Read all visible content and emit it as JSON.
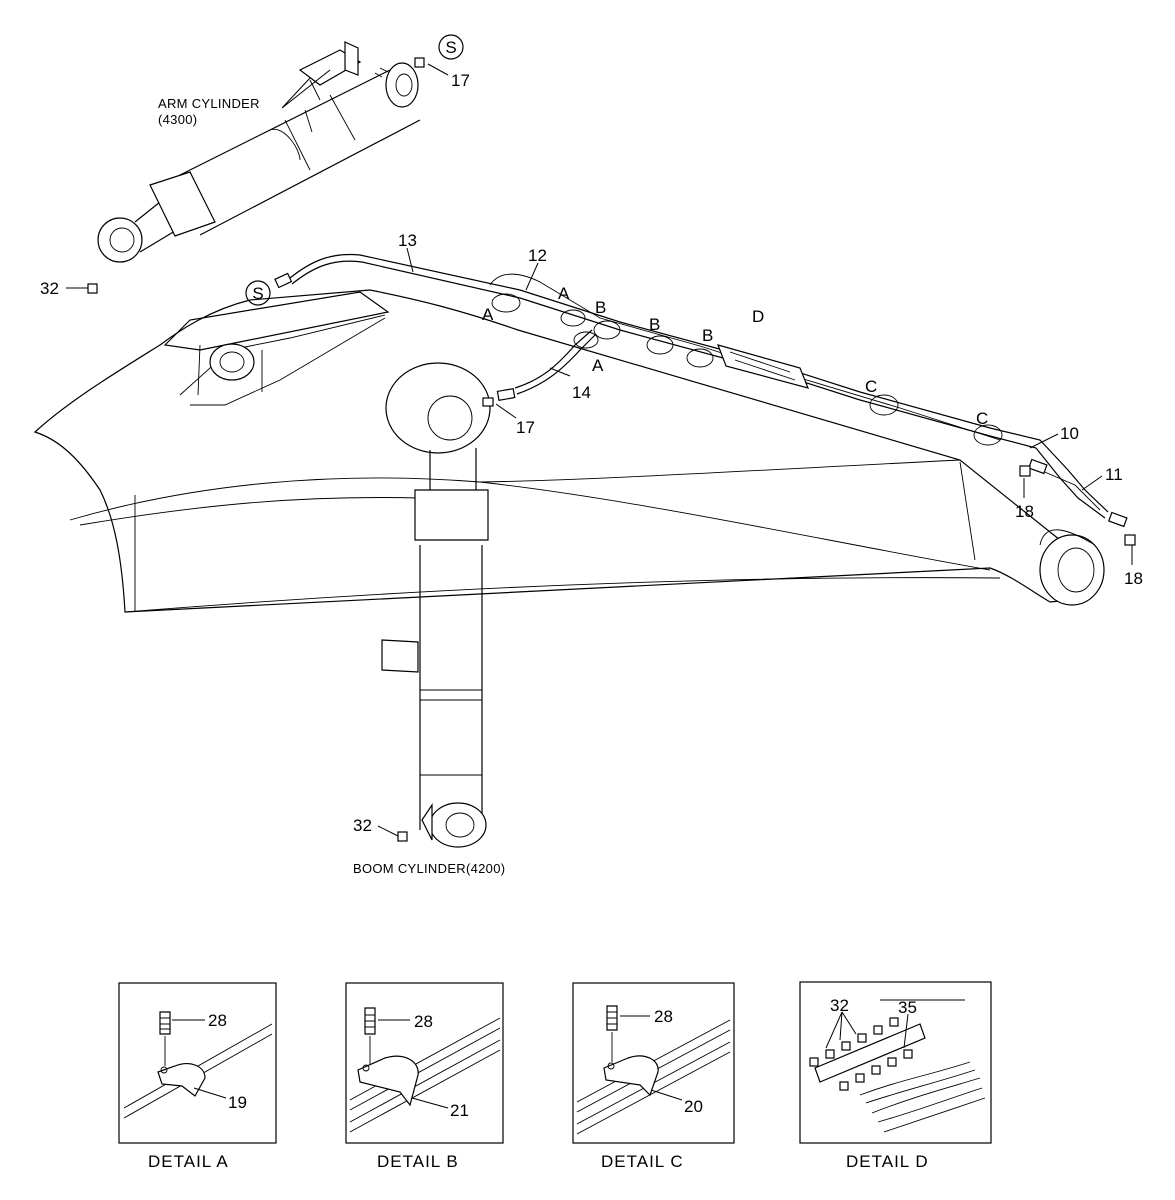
{
  "captions": {
    "arm_cylinder": "ARM CYLINDER",
    "arm_cylinder_code": "(4300)",
    "boom_cylinder": "BOOM CYLINDER(4200)"
  },
  "symbols": {
    "s_mark": "S"
  },
  "part_numbers": {
    "p17_top": "17",
    "p32_arm": "32",
    "p13": "13",
    "p12": "12",
    "p14": "14",
    "p17_mid": "17",
    "p10": "10",
    "p11": "11",
    "p18_a": "18",
    "p18_b": "18",
    "p32_boom": "32"
  },
  "detail_markers": {
    "a1": "A",
    "a2": "A",
    "a3": "A",
    "b1": "B",
    "b2": "B",
    "b3": "B",
    "c1": "C",
    "c2": "C",
    "d1": "D"
  },
  "details": [
    {
      "title": "DETAIL  A",
      "bolt": "28",
      "clamp": "19"
    },
    {
      "title": "DETAIL  B",
      "bolt": "28",
      "clamp": "21"
    },
    {
      "title": "DETAIL  C",
      "bolt": "28",
      "clamp": "20"
    },
    {
      "title": "DETAIL  D",
      "fitting_a": "32",
      "fitting_b": "35"
    }
  ]
}
